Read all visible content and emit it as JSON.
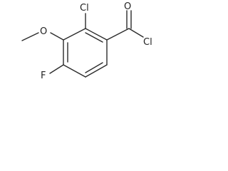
{
  "molecule": {
    "atom_labels": {
      "cl_ring": "Cl",
      "o_carbonyl": "O",
      "cl_acyl": "Cl",
      "o_methoxy": "O",
      "f": "F"
    }
  }
}
